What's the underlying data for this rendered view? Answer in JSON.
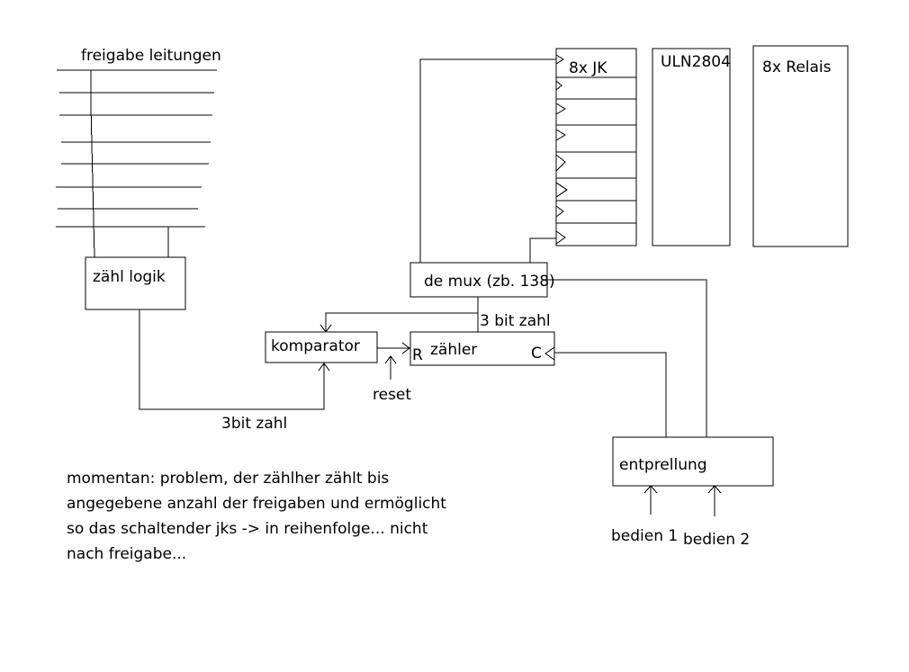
{
  "freigabe": {
    "title": "freigabe leitungen"
  },
  "boxes": {
    "zaehl_logik": "zähl logik",
    "demux": "de mux (zb. 138)",
    "jk": "8x JK",
    "uln": "ULN2804",
    "relais": "8x Relais",
    "komparator": "komparator",
    "zaehler": "zähler",
    "zaehler_r": "R",
    "zaehler_c": "C",
    "entprellung": "entprellung"
  },
  "labels": {
    "bit3": "3 bit zahl",
    "bit3b": "3bit zahl",
    "reset": "reset",
    "bedien1": "bedien 1",
    "bedien2": "bedien 2"
  },
  "note": {
    "lines": [
      "momentan: problem, der zählher zählt bis",
      "angegebene anzahl der freigaben und ermöglicht",
      "so das schaltender jks  -> in reihenfolge... nicht",
      "nach freigabe..."
    ]
  }
}
